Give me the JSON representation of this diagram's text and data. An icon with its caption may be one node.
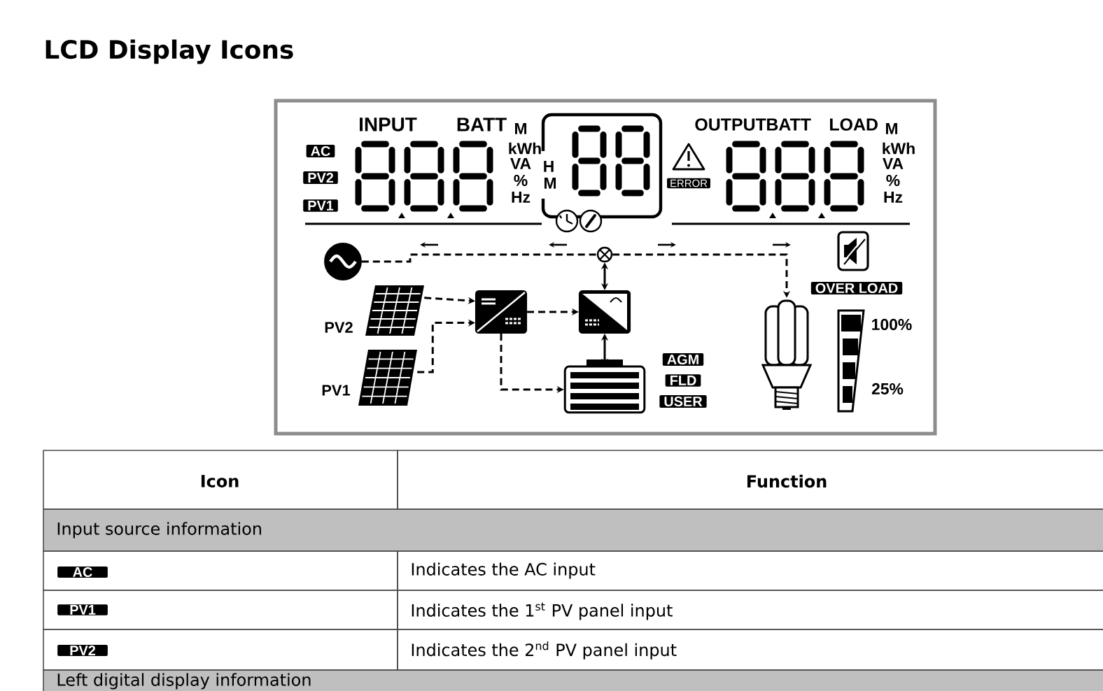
{
  "diagram": {
    "title": "LCD Display Icons",
    "nodes": [
      {
        "text": [],
        "shape": "circle"
      },
      {
        "text": [],
        "shape": "picture",
        "beside": [
          "PV2"
        ]
      },
      {
        "text": [],
        "shape": "picture",
        "beside": [
          "PV1"
        ]
      },
      {
        "text": [],
        "shape": "box"
      },
      {
        "text": [],
        "shape": "box"
      },
      {
        "text": [],
        "shape": "picture"
      },
      {
        "text": [],
        "shape": "circle"
      },
      {
        "text": [],
        "shape": "picture"
      }
    ],
    "edges": [
      {
        "from": 0,
        "to": 6,
        "arrow": "none",
        "style": "dashed"
      },
      {
        "from": 6,
        "to": 7,
        "arrow": "to",
        "style": "dashed"
      },
      {
        "from": 1,
        "to": 3,
        "arrow": "to",
        "style": "dashed"
      },
      {
        "from": 2,
        "to": 3,
        "arrow": "to",
        "style": "dashed"
      },
      {
        "from": 3,
        "to": 4,
        "arrow": "to",
        "style": "dashed"
      },
      {
        "from": 3,
        "to": 5,
        "arrow": "to",
        "style": "dashed"
      },
      {
        "from": 4,
        "to": 6,
        "arrow": "both"
      },
      {
        "from": 4,
        "to": 5,
        "arrow": "both"
      }
    ],
    "labels": [
      "INPUT",
      "BATT",
      "M",
      "kWh",
      "VA",
      "%",
      "Hz",
      "AC",
      "PV2",
      "PV1",
      "H",
      "M",
      "ERROR",
      "OUTPUT",
      "BATT",
      "LOAD",
      "M",
      "kWh",
      "VA",
      "%",
      "Hz",
      "OVER LOAD",
      "AGM",
      "FLD",
      "USER",
      "100%",
      "25%",
      "Icon",
      "Function",
      "Input source information",
      "AC",
      "Indicates the AC input",
      "PV1",
      "Indicates the 1$^{st}$ PV panel input",
      "PV2",
      "Indicates the 2$^{nd}$ PV panel input",
      "Left digital display information"
    ]
  }
}
